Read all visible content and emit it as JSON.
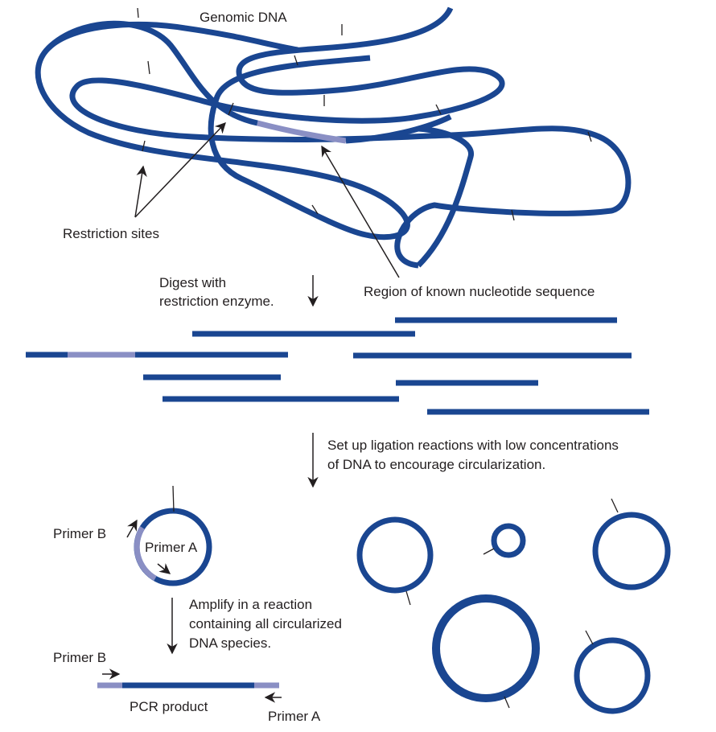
{
  "colors": {
    "dna": "#1a4691",
    "known_region": "#8a8fc4",
    "text": "#231f20"
  },
  "labels": {
    "genomic_dna": "Genomic DNA",
    "restriction_sites": "Restriction sites",
    "known_region": "Region of known nucleotide sequence",
    "digest_line1": "Digest with",
    "digest_line2": "restriction enzyme.",
    "ligation_line1": "Set up ligation reactions with low concentrations",
    "ligation_line2": "of DNA to encourage circularization.",
    "primer_b_circle": "Primer B",
    "primer_a_circle": "Primer A",
    "amplify_line1": "Amplify in a reaction",
    "amplify_line2": "containing all circularized",
    "amplify_line3": "DNA species.",
    "primer_b_product": "Primer B",
    "pcr_product": "PCR product",
    "primer_a_product": "Primer A"
  }
}
